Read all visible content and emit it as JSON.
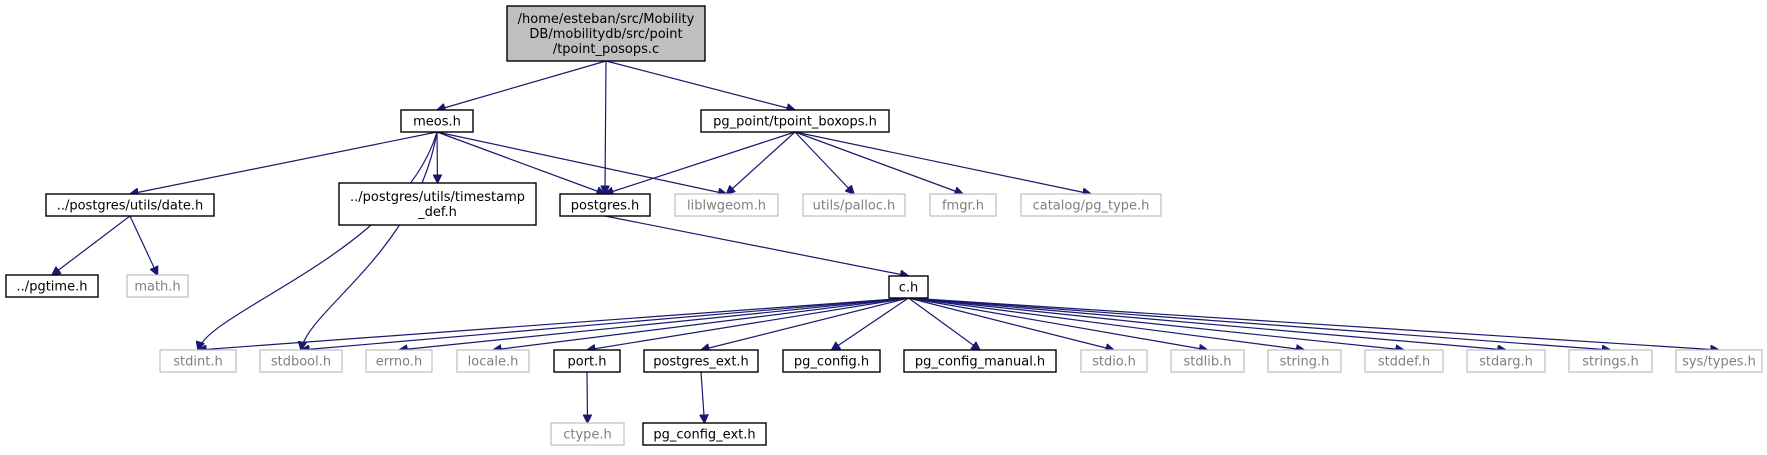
{
  "diagram": {
    "type": "include-dependency-graph",
    "colors": {
      "edge": "#191970",
      "root_fill": "#bfbfbf",
      "external_border": "#bfbfbf",
      "external_text": "#7f7f7f"
    },
    "nodes": {
      "root": {
        "lines": [
          "/home/esteban/src/Mobility",
          "DB/mobilitydb/src/point",
          "/tpoint_posops.c"
        ]
      },
      "meos": {
        "lines": [
          "meos.h"
        ]
      },
      "tpoint_boxops": {
        "lines": [
          "pg_point/tpoint_boxops.h"
        ]
      },
      "date": {
        "lines": [
          "../postgres/utils/date.h"
        ]
      },
      "timestamp_def": {
        "lines": [
          "../postgres/utils/timestamp",
          "_def.h"
        ]
      },
      "postgres": {
        "lines": [
          "postgres.h"
        ]
      },
      "liblwgeom": {
        "lines": [
          "liblwgeom.h"
        ],
        "external": true
      },
      "palloc": {
        "lines": [
          "utils/palloc.h"
        ],
        "external": true
      },
      "fmgr": {
        "lines": [
          "fmgr.h"
        ],
        "external": true
      },
      "pg_type": {
        "lines": [
          "catalog/pg_type.h"
        ],
        "external": true
      },
      "pgtime": {
        "lines": [
          "../pgtime.h"
        ]
      },
      "math": {
        "lines": [
          "math.h"
        ],
        "external": true
      },
      "c": {
        "lines": [
          "c.h"
        ]
      },
      "stdint": {
        "lines": [
          "stdint.h"
        ],
        "external": true
      },
      "stdbool": {
        "lines": [
          "stdbool.h"
        ],
        "external": true
      },
      "errno": {
        "lines": [
          "errno.h"
        ],
        "external": true
      },
      "locale": {
        "lines": [
          "locale.h"
        ],
        "external": true
      },
      "port": {
        "lines": [
          "port.h"
        ]
      },
      "postgres_ext": {
        "lines": [
          "postgres_ext.h"
        ]
      },
      "pg_config": {
        "lines": [
          "pg_config.h"
        ]
      },
      "pg_config_manual": {
        "lines": [
          "pg_config_manual.h"
        ]
      },
      "stdio": {
        "lines": [
          "stdio.h"
        ],
        "external": true
      },
      "stdlib": {
        "lines": [
          "stdlib.h"
        ],
        "external": true
      },
      "string": {
        "lines": [
          "string.h"
        ],
        "external": true
      },
      "stddef": {
        "lines": [
          "stddef.h"
        ],
        "external": true
      },
      "stdarg": {
        "lines": [
          "stdarg.h"
        ],
        "external": true
      },
      "strings": {
        "lines": [
          "strings.h"
        ],
        "external": true
      },
      "sys_types": {
        "lines": [
          "sys/types.h"
        ],
        "external": true
      },
      "ctype": {
        "lines": [
          "ctype.h"
        ],
        "external": true
      },
      "pg_config_ext": {
        "lines": [
          "pg_config_ext.h"
        ]
      }
    },
    "edges": [
      [
        "root",
        "meos"
      ],
      [
        "root",
        "postgres"
      ],
      [
        "root",
        "tpoint_boxops"
      ],
      [
        "meos",
        "date"
      ],
      [
        "meos",
        "stdint"
      ],
      [
        "meos",
        "stdbool"
      ],
      [
        "meos",
        "timestamp_def"
      ],
      [
        "meos",
        "postgres"
      ],
      [
        "meos",
        "liblwgeom"
      ],
      [
        "tpoint_boxops",
        "postgres"
      ],
      [
        "tpoint_boxops",
        "liblwgeom"
      ],
      [
        "tpoint_boxops",
        "palloc"
      ],
      [
        "tpoint_boxops",
        "fmgr"
      ],
      [
        "tpoint_boxops",
        "pg_type"
      ],
      [
        "date",
        "pgtime"
      ],
      [
        "date",
        "math"
      ],
      [
        "postgres",
        "c"
      ],
      [
        "c",
        "stdint"
      ],
      [
        "c",
        "stdbool"
      ],
      [
        "c",
        "errno"
      ],
      [
        "c",
        "locale"
      ],
      [
        "c",
        "port"
      ],
      [
        "c",
        "postgres_ext"
      ],
      [
        "c",
        "pg_config"
      ],
      [
        "c",
        "pg_config_manual"
      ],
      [
        "c",
        "stdio"
      ],
      [
        "c",
        "stdlib"
      ],
      [
        "c",
        "string"
      ],
      [
        "c",
        "stddef"
      ],
      [
        "c",
        "stdarg"
      ],
      [
        "c",
        "strings"
      ],
      [
        "c",
        "sys_types"
      ],
      [
        "port",
        "ctype"
      ],
      [
        "postgres_ext",
        "pg_config_ext"
      ]
    ]
  }
}
